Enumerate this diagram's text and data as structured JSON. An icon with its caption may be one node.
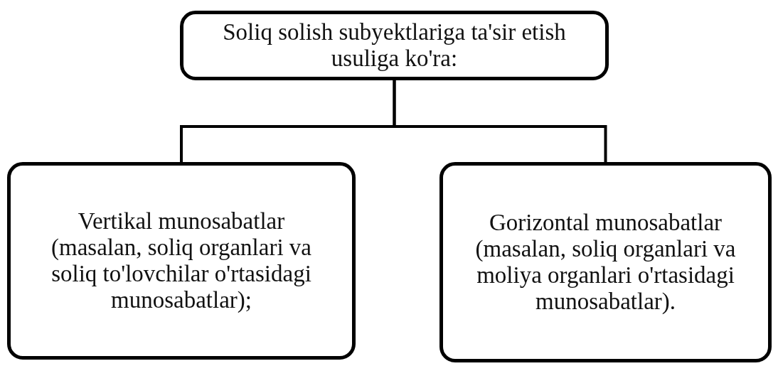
{
  "diagram": {
    "nodes": [
      {
        "text": [
          "Soliq solish subyektlariga ta'sir etish usuliga ko'ra:"
        ]
      },
      {
        "text": [
          "Vertikal munosabatlar (masalan, soliq organlari va soliq to'lovchilar o'rtasidagi munosabatlar);"
        ]
      },
      {
        "text": [
          "Gorizontal munosabatlar (masalan, soliq organlari va moliya organlari o'rtasidagi munosabatlar)."
        ]
      }
    ],
    "edges": [
      {
        "from": 0,
        "to": 1,
        "arrow": "none"
      },
      {
        "from": 0,
        "to": 2,
        "arrow": "none"
      }
    ]
  }
}
